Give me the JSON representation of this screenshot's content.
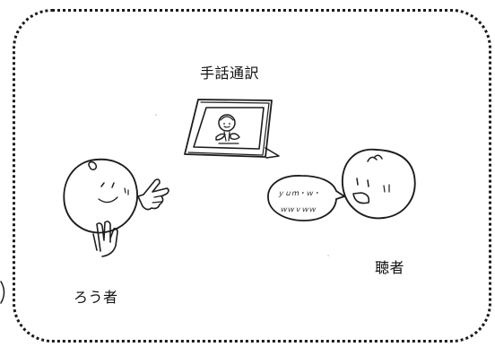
{
  "labels": {
    "interpreter": "手話通訳",
    "deaf_person": "ろう者",
    "hearing_person": "聴者"
  },
  "speech_bubble": {
    "line1": "ｙｕｍ・ｗ・",
    "line2": "ｗｗｖｗｗ"
  },
  "icons": [
    "tablet-video-icon",
    "deaf-person-illustration",
    "hearing-person-illustration",
    "speech-bubble-icon"
  ],
  "colors": {
    "ink": "#1d1d1d",
    "background": "#ffffff"
  }
}
